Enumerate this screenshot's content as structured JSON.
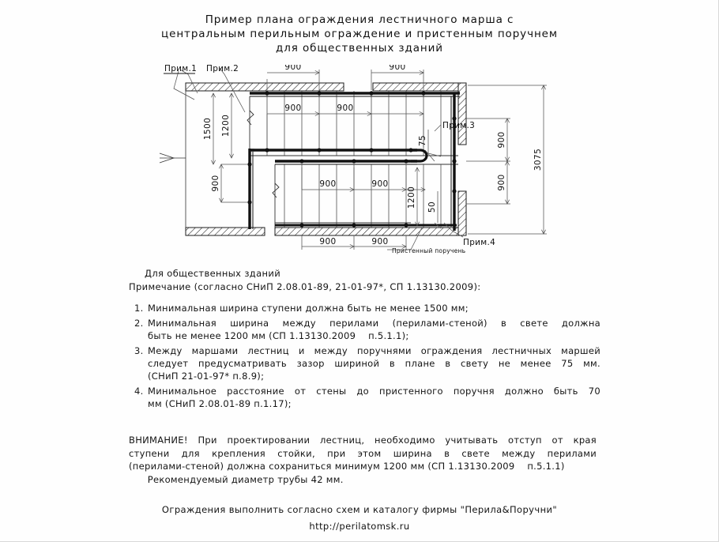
{
  "title": {
    "line1": "Пример плана ограждения лестничного марша с",
    "line2": "центральным перильным ограждение и пристенным поручнем",
    "line3": "для общественных зданий"
  },
  "drawing": {
    "labels": {
      "prim1": "Прим.1",
      "prim2": "Прим.2",
      "prim3": "Прим.3",
      "prim4": "Прим.4",
      "wall_handrail": "Пристенный поручень"
    },
    "dimensions": {
      "top_left_900": "900",
      "top_right_900": "900",
      "left_1500": "1500",
      "left_1200": "1200",
      "left_900": "900",
      "upper_flight_900_a": "900",
      "upper_flight_900_b": "900",
      "lower_flight_900_a": "900",
      "lower_flight_900_b": "900",
      "bottom_900_a": "900",
      "bottom_900_b": "900",
      "gap_75": "75",
      "right_inner_1200": "1200",
      "right_50": "50",
      "right_900_top": "900",
      "right_900_bottom": "900",
      "right_total_3075": "3075"
    }
  },
  "notes": {
    "heading_public": "Для общественных зданий",
    "heading_note": "Примечание (согласно СНиП 2.08.01-89, 21-01-97*, СП 1.13130.2009):",
    "items": [
      {
        "num": "1.",
        "lines": [
          "Минимальная ширина ступени должна быть не менее 1500 мм;"
        ],
        "justify": [
          false
        ]
      },
      {
        "num": "2.",
        "lines": [
          "Минимальная ширина между перилами (перилами-стеной) в свете должна",
          "быть не менее 1200 мм (СП 1.13130.2009    п.5.1.1);"
        ],
        "justify": [
          true,
          false
        ]
      },
      {
        "num": "3.",
        "lines": [
          "Между маршами лестниц и между поручнями ограждения лестничных маршей",
          "следует предусматривать зазор шириной в плане в свету не менее 75 мм.",
          "(СНиП 21-01-97* п.8.9);"
        ],
        "justify": [
          true,
          true,
          false
        ]
      },
      {
        "num": "4.",
        "lines": [
          "Минимальное расстояние от стены до пристенного поручня должно быть 70",
          "мм (СНиП 2.08.01-89 п.1.17);"
        ],
        "justify": [
          true,
          false
        ]
      }
    ]
  },
  "attention": {
    "line1": "ВНИМАНИЕ! При проектировании лестниц, необходимо учитывать отступ от края",
    "line2": "ступени для крепления стойки, при этом ширина в свете между перилами",
    "line3": "(перилами-стеной) должна сохраниться минимум 1200 мм (СП 1.13130.2009    п.5.1.1)",
    "line4": "      Рекомендуемый диаметр трубы 42 мм."
  },
  "footer": {
    "line1": "Ограждения выполнить согласно схем и каталогу фирмы \"Перила&Поручни\"",
    "line2": "http://perilatomsk.ru"
  },
  "colors": {
    "ink": "#111111",
    "dim_line": "#555555",
    "hatch": "#222222",
    "rail": "#111111"
  }
}
